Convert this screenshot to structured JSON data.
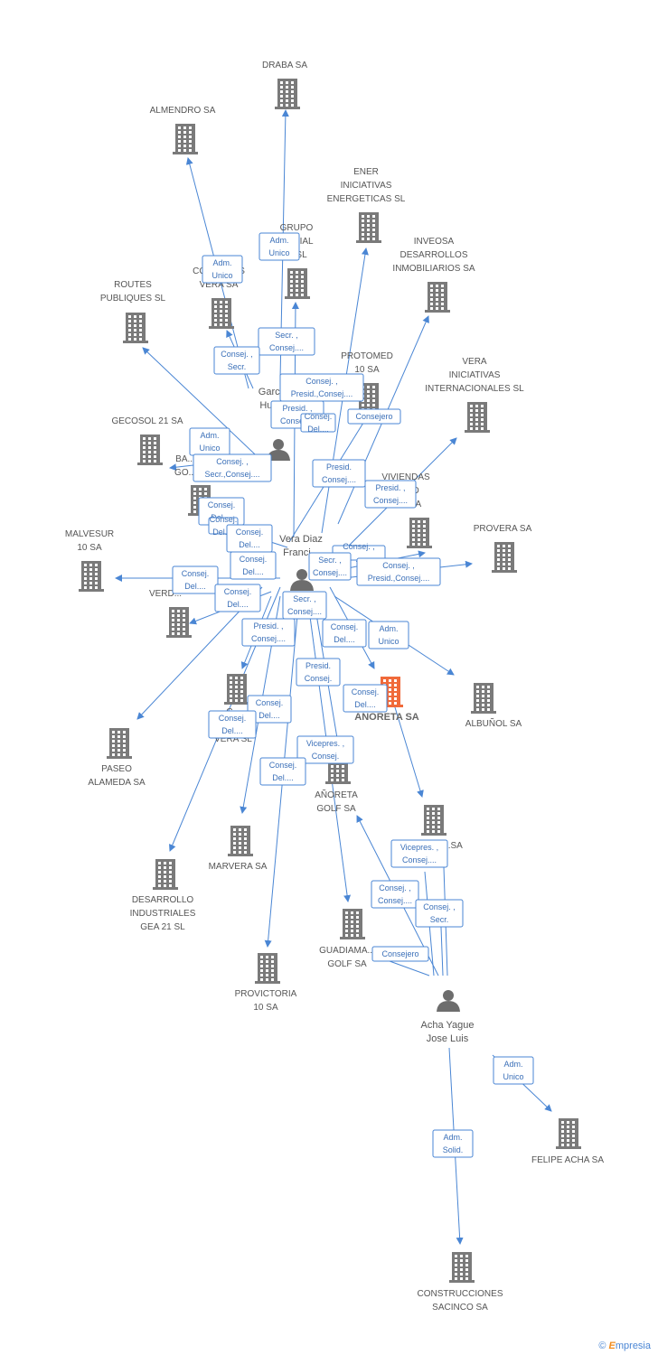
{
  "colors": {
    "edge": "#4a86d4",
    "company": "#7a7a7a",
    "highlight": "#f06a3a",
    "person": "#6d6d6d"
  },
  "companies": [
    {
      "id": "draba",
      "lines": [
        "DRABA SA"
      ]
    },
    {
      "id": "almendro",
      "lines": [
        "ALMENDRO SA"
      ]
    },
    {
      "id": "ener",
      "lines": [
        "ENER",
        "INICIATIVAS",
        "ENERGETICAS SL"
      ]
    },
    {
      "id": "grupo",
      "lines": [
        "GRUPO",
        "...ARIAL",
        "... SL"
      ]
    },
    {
      "id": "inveosa",
      "lines": [
        "INVEOSA",
        "DESARROLLOS",
        "INMOBILIARIOS SA"
      ]
    },
    {
      "id": "routes",
      "lines": [
        "ROUTES",
        "PUBLIQUES  SL"
      ]
    },
    {
      "id": "consnes",
      "lines": [
        "CONS...NES",
        "VERA SA"
      ]
    },
    {
      "id": "protomed",
      "lines": [
        "PROTOMED",
        "10 SA"
      ]
    },
    {
      "id": "vera_inic",
      "lines": [
        "VERA",
        "INICIATIVAS",
        "INTERNACIONALES SL"
      ]
    },
    {
      "id": "gecosol",
      "lines": [
        "GECOSOL 21 SA"
      ]
    },
    {
      "id": "ba_go",
      "lines": [
        "BA...",
        "GO..."
      ]
    },
    {
      "id": "viviendas",
      "lines": [
        "VIVIENDAS",
        "...DAD",
        "...IN SA"
      ]
    },
    {
      "id": "provera",
      "lines": [
        "PROVERA SA"
      ]
    },
    {
      "id": "malvesur",
      "lines": [
        "MALVESUR",
        "10 SA"
      ]
    },
    {
      "id": "verdi",
      "lines": [
        "VERD..."
      ]
    },
    {
      "id": "anoreta",
      "lines": [
        "AÑORETA SA"
      ],
      "main": true
    },
    {
      "id": "albunol",
      "lines": [
        "ALBUÑOL SA"
      ]
    },
    {
      "id": "c_vera",
      "lines": [
        "C...",
        "E...AL",
        "VERA SL"
      ]
    },
    {
      "id": "paseo",
      "lines": [
        "PASEO",
        "ALAMEDA SA"
      ]
    },
    {
      "id": "anoreta_golf",
      "lines": [
        "AÑORETA",
        "GOLF SA"
      ]
    },
    {
      "id": "sa_right",
      "lines": [
        "...SA"
      ]
    },
    {
      "id": "marvera",
      "lines": [
        "MARVERA SA"
      ]
    },
    {
      "id": "desarrollo",
      "lines": [
        "DESARROLLO",
        "INDUSTRIALES",
        "GEA 21 SL"
      ]
    },
    {
      "id": "guadiamar",
      "lines": [
        "GUADIAMA...",
        "GOLF SA"
      ]
    },
    {
      "id": "provictoria",
      "lines": [
        "PROVICTORIA",
        "10 SA"
      ]
    },
    {
      "id": "felipe",
      "lines": [
        "FELIPE ACHA SA"
      ]
    },
    {
      "id": "sacinco",
      "lines": [
        "CONSTRUCCIONES",
        "SACINCO SA"
      ]
    }
  ],
  "persons": [
    {
      "id": "garcia",
      "lines": [
        "Garcia",
        "Hun..."
      ]
    },
    {
      "id": "vera_diaz",
      "lines": [
        "Vera Diaz",
        "Franci..."
      ]
    },
    {
      "id": "acha",
      "lines": [
        "Acha Yague",
        "Jose Luis"
      ]
    }
  ],
  "relations": [
    {
      "id": "r1",
      "lines": [
        "Adm.",
        "Unico"
      ]
    },
    {
      "id": "r2",
      "lines": [
        "Adm.",
        "Unico"
      ]
    },
    {
      "id": "r3",
      "lines": [
        "Secr. ,",
        "Consej...."
      ]
    },
    {
      "id": "r4",
      "lines": [
        "Consej. ,",
        "Secr."
      ]
    },
    {
      "id": "r5",
      "lines": [
        "Consej. ,",
        "Presid.,Consej...."
      ]
    },
    {
      "id": "r6",
      "lines": [
        "Consejero"
      ]
    },
    {
      "id": "r7",
      "lines": [
        "Presid. ,",
        "Consej...."
      ]
    },
    {
      "id": "r8",
      "lines": [
        "Consej.",
        "Del...."
      ]
    },
    {
      "id": "r9",
      "lines": [
        "Adm.",
        "Unico"
      ]
    },
    {
      "id": "r10",
      "lines": [
        "Consej. ,",
        "Secr.,Consej...."
      ]
    },
    {
      "id": "r11",
      "lines": [
        "Presid.",
        "Consej...."
      ]
    },
    {
      "id": "r12",
      "lines": [
        "Presid. ,",
        "Consej...."
      ]
    },
    {
      "id": "r13",
      "lines": [
        "Consej.",
        "Del...."
      ]
    },
    {
      "id": "r14",
      "lines": [
        "Consej.",
        "Del...."
      ]
    },
    {
      "id": "r15",
      "lines": [
        "Consej.",
        "Del...."
      ]
    },
    {
      "id": "r16",
      "lines": [
        "Consej.",
        "Del...."
      ]
    },
    {
      "id": "r17",
      "lines": [
        "Consej. ,",
        "..."
      ]
    },
    {
      "id": "r18",
      "lines": [
        "Secr. ,",
        "Consej...."
      ]
    },
    {
      "id": "r19",
      "lines": [
        "Consej. ,",
        "Presid.,Consej...."
      ]
    },
    {
      "id": "r20",
      "lines": [
        "Secr. ,",
        "Consej...."
      ]
    },
    {
      "id": "r21",
      "lines": [
        "Consej.",
        "Del...."
      ]
    },
    {
      "id": "r22",
      "lines": [
        "Presid. ,",
        "Consej...."
      ]
    },
    {
      "id": "r23",
      "lines": [
        "Consej.",
        "Del...."
      ]
    },
    {
      "id": "r24",
      "lines": [
        "Adm.",
        "Unico"
      ]
    },
    {
      "id": "r25",
      "lines": [
        "Consej.",
        "Del...."
      ]
    },
    {
      "id": "r26",
      "lines": [
        "Presid.",
        "Consej."
      ]
    },
    {
      "id": "r27",
      "lines": [
        "Consej.",
        "Del...."
      ]
    },
    {
      "id": "r28",
      "lines": [
        "Consej.",
        "Del...."
      ]
    },
    {
      "id": "r29",
      "lines": [
        "Consej.",
        "Del...."
      ]
    },
    {
      "id": "r30",
      "lines": [
        "Vicepres. ,",
        "Consej."
      ]
    },
    {
      "id": "r31",
      "lines": [
        "Consej.",
        "Del...."
      ]
    },
    {
      "id": "r32",
      "lines": [
        "Vicepres. ,",
        "Consej...."
      ]
    },
    {
      "id": "r33",
      "lines": [
        "Consej. ,",
        "Consej...."
      ]
    },
    {
      "id": "r34",
      "lines": [
        "Consej. ,",
        "Secr."
      ]
    },
    {
      "id": "r35",
      "lines": [
        "Consejero"
      ]
    },
    {
      "id": "r36",
      "lines": [
        "Adm.",
        "Unico"
      ]
    },
    {
      "id": "r37",
      "lines": [
        "Adm.",
        "Solid."
      ]
    }
  ],
  "watermark": {
    "symbol": "©",
    "brand_initial": "E",
    "brand_rest": "mpresia"
  }
}
